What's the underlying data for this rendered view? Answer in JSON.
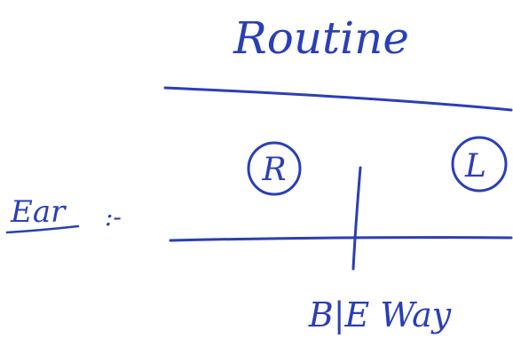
{
  "ink_color": "#2a3fb5",
  "background_color": "#ffffff",
  "title": "Routine",
  "label_left": "Ear",
  "label_separator": ":-",
  "marker_right": "R",
  "marker_left": "L",
  "caption": "B|E Way"
}
